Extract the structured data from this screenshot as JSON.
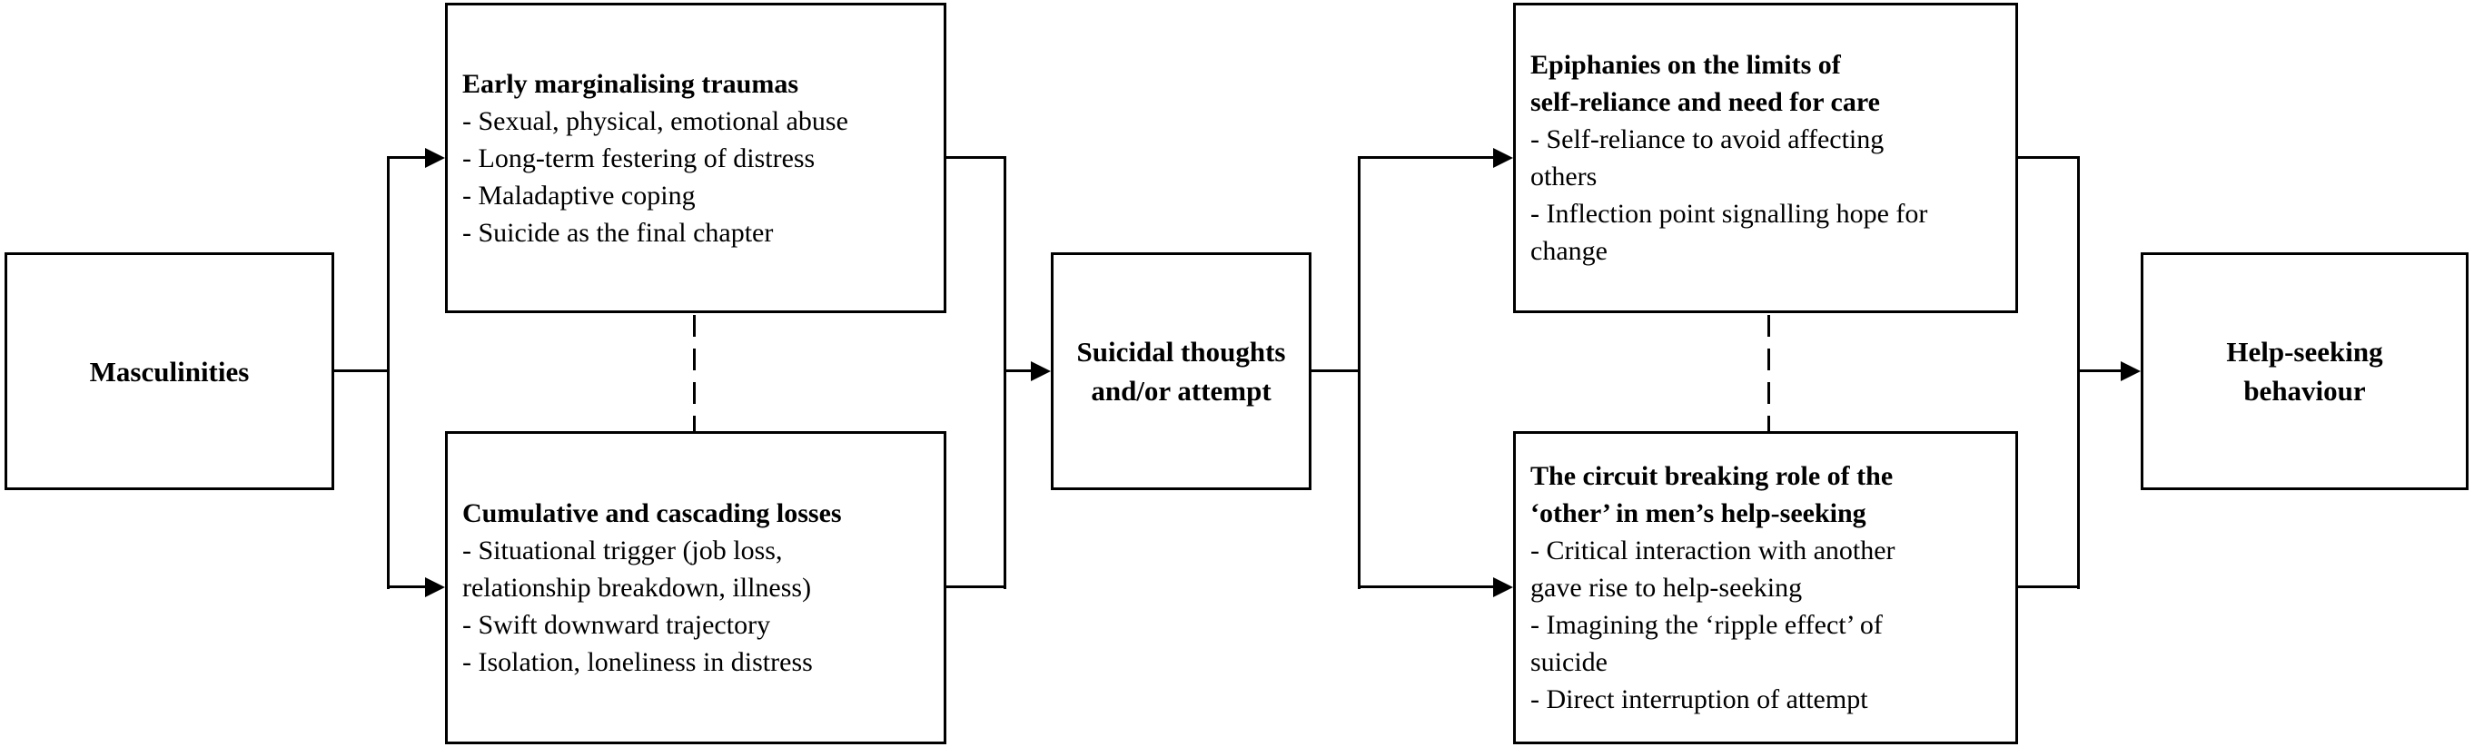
{
  "diagram": {
    "colors": {
      "line": "#000000",
      "background": "#ffffff",
      "text": "#000000"
    },
    "icons": {
      "arrowhead": "right-pointing solid triangle (CSS border shape)"
    },
    "boxes": {
      "masculinities": {
        "label_lines": [
          "Masculinities"
        ]
      },
      "early_traumas": {
        "title_lines": [
          "Early marginalising traumas"
        ],
        "bullet_lines": [
          "- Sexual, physical, emotional abuse",
          "- Long-term festering of distress",
          "- Maladaptive coping",
          "- Suicide as the final chapter"
        ]
      },
      "cumulative_losses": {
        "title_lines": [
          "Cumulative and cascading losses"
        ],
        "bullet_lines": [
          "- Situational trigger (job loss,",
          "relationship breakdown, illness)",
          "- Swift downward trajectory",
          "- Isolation, loneliness in distress"
        ]
      },
      "suicidal_thoughts": {
        "label_lines": [
          "Suicidal thoughts",
          "and/or attempt"
        ]
      },
      "epiphanies": {
        "title_lines": [
          "Epiphanies on the limits of",
          "self-reliance and need for care"
        ],
        "bullet_lines": [
          "- Self-reliance to avoid affecting",
          "others",
          "- Inflection point signalling hope for",
          "change"
        ]
      },
      "circuit_breaker": {
        "title_lines": [
          "The circuit breaking role of the",
          "‘other’ in men’s help-seeking"
        ],
        "bullet_lines": [
          "- Critical interaction with another",
          "gave rise to help-seeking",
          "- Imagining the ‘ripple effect’ of",
          "suicide",
          "- Direct interruption of attempt"
        ]
      },
      "help_seeking": {
        "label_lines": [
          "Help-seeking",
          "behaviour"
        ]
      }
    }
  }
}
